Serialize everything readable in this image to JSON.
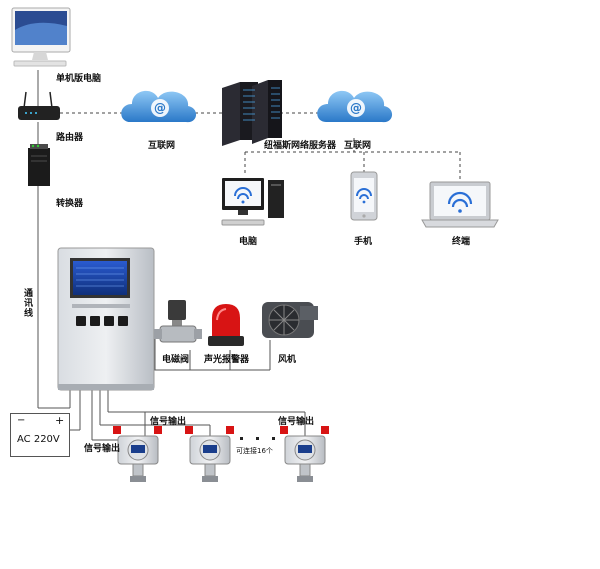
{
  "labels": {
    "pc": "单机版电脑",
    "router": "路由器",
    "converter": "转换器",
    "internet_left": "互联网",
    "server": "纽福斯网络服务器",
    "internet_right": "互联网",
    "computer": "电脑",
    "phone": "手机",
    "terminal": "终端",
    "comm_line": "通讯线",
    "valve": "电磁阀",
    "alarm": "声光报警器",
    "fan": "风机",
    "ac_power": "AC 220V",
    "ac_minus": "−",
    "ac_plus": "+",
    "signal_out_1": "信号输出",
    "signal_out_2": "信号输出",
    "signal_out_3": "信号输出",
    "connect_up_to": "可连接16个"
  },
  "icons": {
    "cloud": "at-cloud-icon",
    "wifi": "wifi-icon"
  },
  "colors": {
    "cloud": "#3b8fd9",
    "line": "#555555",
    "dashed": "#444444",
    "panel": "#c9ced4",
    "screen": "#1a3e8c",
    "alarm_red": "#d81414",
    "wifi_blue": "#2a6fd6"
  }
}
